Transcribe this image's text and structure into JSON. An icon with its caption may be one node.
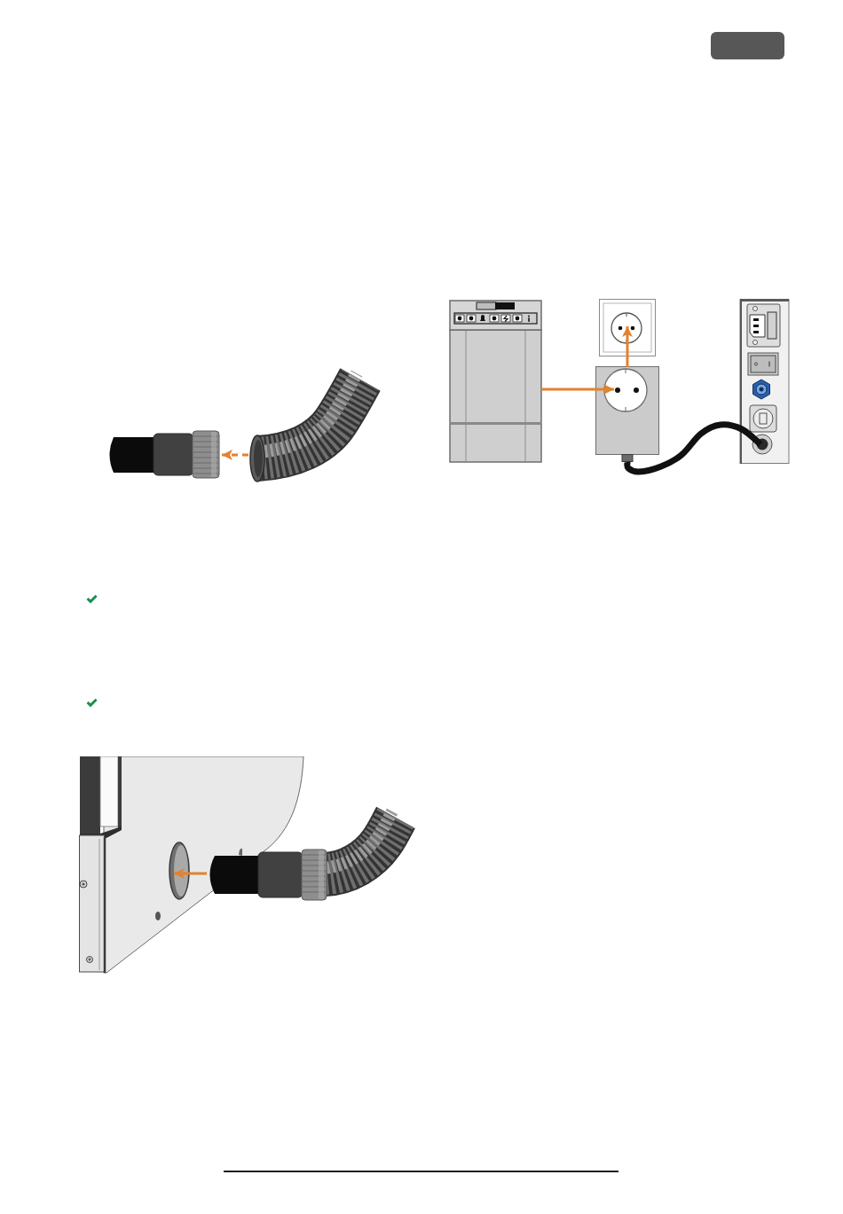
{
  "diagram": {
    "nodes": [
      {
        "text": [],
        "shape": "picture"
      },
      {
        "text": [],
        "shape": "picture"
      },
      {
        "text": [],
        "shape": "picture"
      },
      {
        "text": [],
        "shape": "picture"
      },
      {
        "text": [],
        "shape": "picture"
      },
      {
        "text": [],
        "shape": "picture"
      },
      {
        "text": [],
        "shape": "picture"
      },
      {
        "text": [],
        "shape": "circle",
        "in": 6
      },
      {
        "text": [],
        "shape": "picture"
      }
    ],
    "edges": [
      {
        "from": 1,
        "to": 0,
        "arrow": "to",
        "style": "dashed"
      },
      {
        "from": 2,
        "to": 4,
        "arrow": "to"
      },
      {
        "from": 4,
        "to": 3,
        "arrow": "to"
      },
      {
        "from": 4,
        "to": 5,
        "arrow": "none",
        "style": "thick",
        "color": "#111111"
      },
      {
        "from": 8,
        "to": 7,
        "arrow": "to"
      }
    ]
  }
}
